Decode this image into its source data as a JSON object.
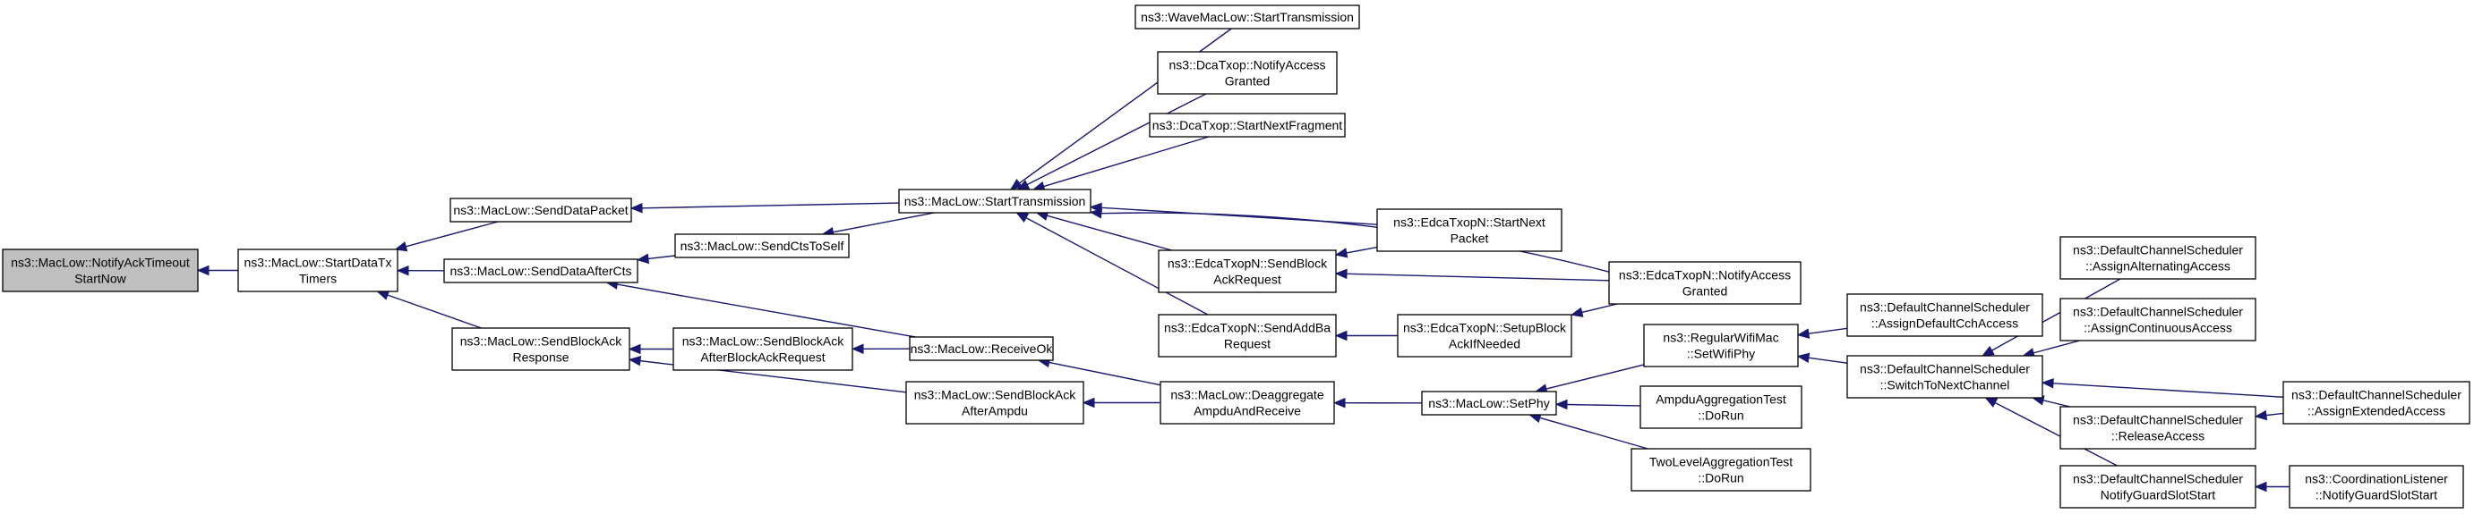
{
  "nodes": [
    {
      "id": "n1",
      "lines": [
        "ns3::MacLow::NotifyAckTimeout",
        "StartNow"
      ],
      "root": true
    },
    {
      "id": "n2",
      "lines": [
        "ns3::MacLow::StartDataTx",
        "Timers"
      ]
    },
    {
      "id": "n3",
      "lines": [
        "ns3::MacLow::SendDataPacket"
      ]
    },
    {
      "id": "n4",
      "lines": [
        "ns3::MacLow::SendDataAfterCts"
      ]
    },
    {
      "id": "n5",
      "lines": [
        "ns3::MacLow::SendBlockAck",
        "Response"
      ]
    },
    {
      "id": "n6",
      "lines": [
        "ns3::MacLow::SendCtsToSelf"
      ]
    },
    {
      "id": "n7",
      "lines": [
        "ns3::MacLow::SendBlockAck",
        "AfterBlockAckRequest"
      ]
    },
    {
      "id": "n8",
      "lines": [
        "ns3::MacLow::ReceiveOk"
      ]
    },
    {
      "id": "n9",
      "lines": [
        "ns3::MacLow::SendBlockAck",
        "AfterAmpdu"
      ]
    },
    {
      "id": "n10",
      "lines": [
        "ns3::MacLow::StartTransmission"
      ]
    },
    {
      "id": "n11",
      "lines": [
        "ns3::WaveMacLow::StartTransmission"
      ]
    },
    {
      "id": "n12",
      "lines": [
        "ns3::DcaTxop::NotifyAccess",
        "Granted"
      ]
    },
    {
      "id": "n13",
      "lines": [
        "ns3::DcaTxop::StartNextFragment"
      ]
    },
    {
      "id": "n14",
      "lines": [
        "ns3::EdcaTxopN::SendBlock",
        "AckRequest"
      ]
    },
    {
      "id": "n15",
      "lines": [
        "ns3::EdcaTxopN::SendAddBa",
        "Request"
      ]
    },
    {
      "id": "n16",
      "lines": [
        "ns3::MacLow::Deaggregate",
        "AmpduAndReceive"
      ]
    },
    {
      "id": "n17",
      "lines": [
        "ns3::EdcaTxopN::StartNext",
        "Packet"
      ]
    },
    {
      "id": "n18",
      "lines": [
        "ns3::EdcaTxopN::SetupBlock",
        "AckIfNeeded"
      ]
    },
    {
      "id": "n19",
      "lines": [
        "ns3::MacLow::SetPhy"
      ]
    },
    {
      "id": "n20",
      "lines": [
        "ns3::EdcaTxopN::NotifyAccess",
        "Granted"
      ]
    },
    {
      "id": "n21",
      "lines": [
        "ns3::RegularWifiMac",
        "::SetWifiPhy"
      ]
    },
    {
      "id": "n22",
      "lines": [
        "AmpduAggregationTest",
        "::DoRun"
      ]
    },
    {
      "id": "n23",
      "lines": [
        "TwoLevelAggregationTest",
        "::DoRun"
      ]
    },
    {
      "id": "n24",
      "lines": [
        "ns3::DefaultChannelScheduler",
        "::AssignDefaultCchAccess"
      ]
    },
    {
      "id": "n25",
      "lines": [
        "ns3::DefaultChannelScheduler",
        "::SwitchToNextChannel"
      ]
    },
    {
      "id": "n26",
      "lines": [
        "ns3::DefaultChannelScheduler",
        "::AssignAlternatingAccess"
      ]
    },
    {
      "id": "n27",
      "lines": [
        "ns3::DefaultChannelScheduler",
        "::AssignContinuousAccess"
      ]
    },
    {
      "id": "n28",
      "lines": [
        "ns3::DefaultChannelScheduler",
        "::ReleaseAccess"
      ]
    },
    {
      "id": "n29",
      "lines": [
        "ns3::DefaultChannelScheduler",
        "NotifyGuardSlotStart"
      ]
    },
    {
      "id": "n30",
      "lines": [
        "ns3::DefaultChannelScheduler",
        "::AssignExtendedAccess"
      ]
    },
    {
      "id": "n31",
      "lines": [
        "ns3::CoordinationListener",
        "::NotifyGuardSlotStart"
      ]
    }
  ],
  "edges": [
    {
      "from": "n2",
      "to": "n1"
    },
    {
      "from": "n3",
      "to": "n2"
    },
    {
      "from": "n4",
      "to": "n2"
    },
    {
      "from": "n5",
      "to": "n2"
    },
    {
      "from": "n10",
      "to": "n3"
    },
    {
      "from": "n6",
      "to": "n4"
    },
    {
      "from": "n8",
      "to": "n4"
    },
    {
      "from": "n7",
      "to": "n5"
    },
    {
      "from": "n9",
      "to": "n5"
    },
    {
      "from": "n10",
      "to": "n6"
    },
    {
      "from": "n8",
      "to": "n7"
    },
    {
      "from": "n16",
      "to": "n8"
    },
    {
      "from": "n16",
      "to": "n9"
    },
    {
      "from": "n11",
      "to": "n10"
    },
    {
      "from": "n12",
      "to": "n10"
    },
    {
      "from": "n13",
      "to": "n10"
    },
    {
      "from": "n14",
      "to": "n10"
    },
    {
      "from": "n15",
      "to": "n10"
    },
    {
      "from": "n17",
      "to": "n10"
    },
    {
      "from": "n20",
      "to": "n10"
    },
    {
      "from": "n17",
      "to": "n14"
    },
    {
      "from": "n20",
      "to": "n14"
    },
    {
      "from": "n18",
      "to": "n15"
    },
    {
      "from": "n20",
      "to": "n18"
    },
    {
      "from": "n19",
      "to": "n16"
    },
    {
      "from": "n21",
      "to": "n19"
    },
    {
      "from": "n22",
      "to": "n19"
    },
    {
      "from": "n23",
      "to": "n19"
    },
    {
      "from": "n24",
      "to": "n21"
    },
    {
      "from": "n25",
      "to": "n21"
    },
    {
      "from": "n26",
      "to": "n25"
    },
    {
      "from": "n27",
      "to": "n25"
    },
    {
      "from": "n28",
      "to": "n25"
    },
    {
      "from": "n29",
      "to": "n25"
    },
    {
      "from": "n30",
      "to": "n25"
    },
    {
      "from": "n30",
      "to": "n28"
    },
    {
      "from": "n31",
      "to": "n29"
    }
  ]
}
